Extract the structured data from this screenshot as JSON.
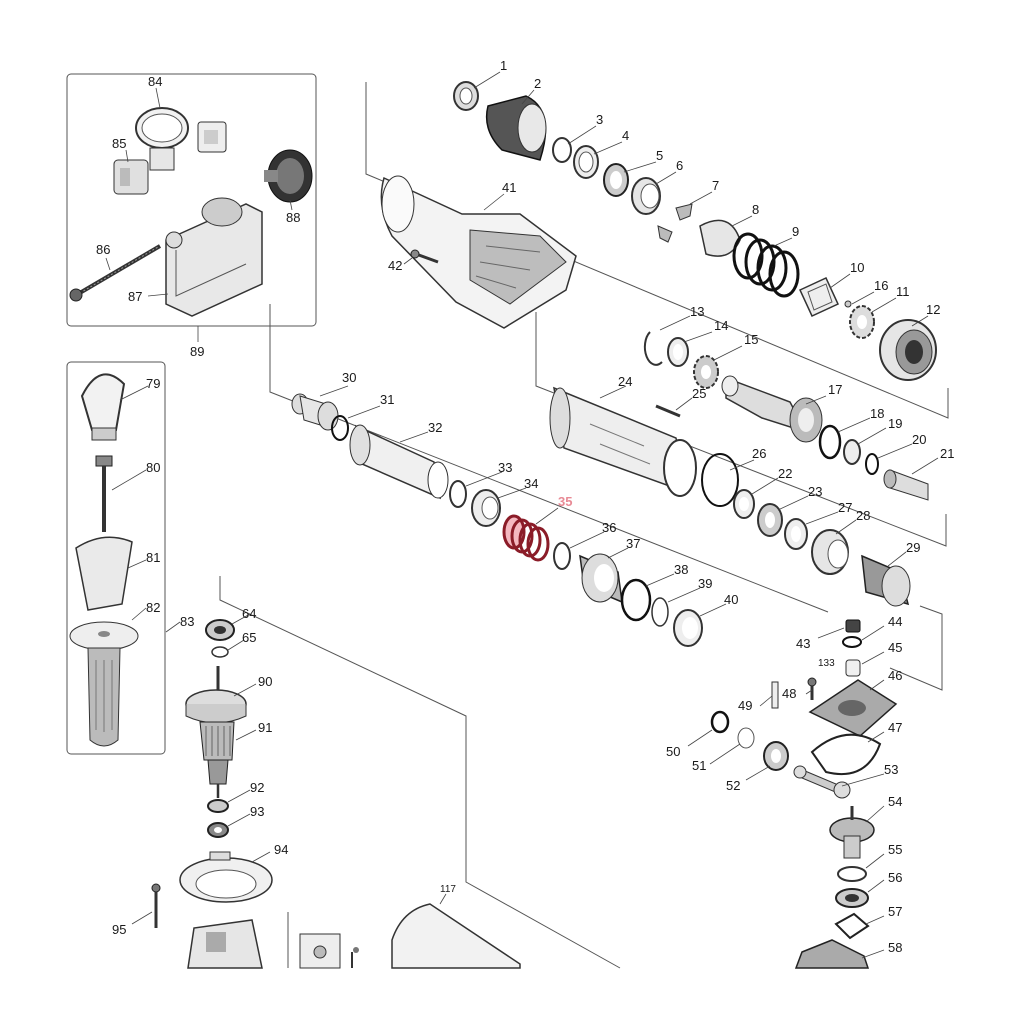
{
  "diagram": {
    "highlighted_part": "35",
    "highlight_color": "#e88a95",
    "line_color": "#555555",
    "labels": {
      "1": "1",
      "2": "2",
      "3": "3",
      "4": "4",
      "5": "5",
      "6": "6",
      "7": "7",
      "8": "8",
      "9": "9",
      "10": "10",
      "11": "11",
      "12": "12",
      "13": "13",
      "14": "14",
      "15": "15",
      "16": "16",
      "17": "17",
      "18": "18",
      "19": "19",
      "20": "20",
      "21": "21",
      "22": "22",
      "23": "23",
      "24": "24",
      "25": "25",
      "26": "26",
      "27": "27",
      "28": "28",
      "29": "29",
      "30": "30",
      "31": "31",
      "32": "32",
      "33": "33",
      "34": "34",
      "35": "35",
      "36": "36",
      "37": "37",
      "38": "38",
      "39": "39",
      "40": "40",
      "41": "41",
      "42": "42",
      "43": "43",
      "44": "44",
      "45": "45",
      "46": "46",
      "47": "47",
      "48": "48",
      "49": "49",
      "50": "50",
      "51": "51",
      "52": "52",
      "53": "53",
      "54": "54",
      "55": "55",
      "56": "56",
      "57": "57",
      "58": "58",
      "64": "64",
      "65": "65",
      "79": "79",
      "80": "80",
      "81": "81",
      "82": "82",
      "83": "83",
      "84": "84",
      "85": "85",
      "86": "86",
      "87": "87",
      "88": "88",
      "89": "89",
      "90": "90",
      "91": "91",
      "92": "92",
      "93": "93",
      "94": "94",
      "95": "95",
      "117": "117",
      "133": "133"
    }
  }
}
